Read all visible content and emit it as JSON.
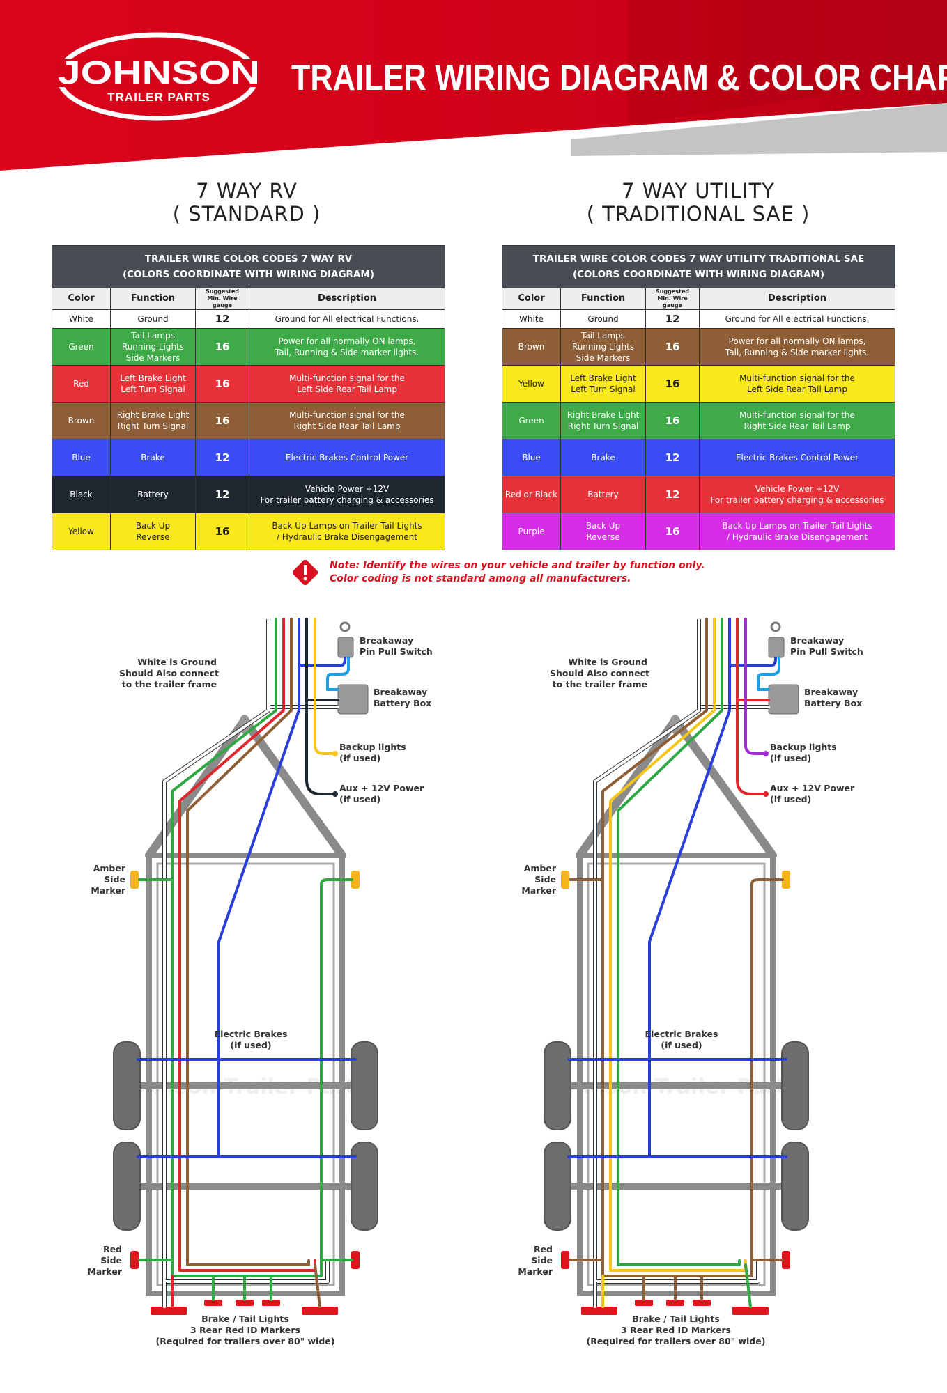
{
  "header": {
    "logo_main": "JOHNSON",
    "logo_sub": "TRAILER PARTS",
    "title": "TRAILER WIRING DIAGRAM & COLOR CHART"
  },
  "sections": [
    {
      "title_line1": "7 WAY RV",
      "title_line2": "( STANDARD )"
    },
    {
      "title_line1": "7 WAY UTILITY",
      "title_line2": "( TRADITIONAL SAE )"
    }
  ],
  "columns": {
    "color": "Color",
    "function": "Function",
    "gauge_l1": "Suggested",
    "gauge_l2": "Min. Wire gauge",
    "description": "Description"
  },
  "tables": [
    {
      "caption_l1": "TRAILER WIRE COLOR CODES  7 WAY RV",
      "caption_l2": "(COLORS COORDINATE WITH WIRING DIAGRAM)",
      "rows": [
        {
          "color": "White",
          "function": "Ground",
          "gauge": "12",
          "description": "Ground for All electrical Functions.",
          "bg": "#ffffff",
          "fg": "#222222"
        },
        {
          "color": "Green",
          "function": "Tail Lamps\nRunning Lights\nSide Markers",
          "gauge": "16",
          "description": "Power for all normally ON lamps,\nTail, Running & Side marker lights.",
          "bg": "#3eab48",
          "fg": "#ffffff"
        },
        {
          "color": "Red",
          "function": "Left Brake Light\nLeft Turn Signal",
          "gauge": "16",
          "description": "Multi-function signal for the\nLeft Side Rear Tail Lamp",
          "bg": "#e8323a",
          "fg": "#ffffff"
        },
        {
          "color": "Brown",
          "function": "Right Brake Light\nRight Turn Signal",
          "gauge": "16",
          "description": "Multi-function signal for the\nRight Side Rear Tail Lamp",
          "bg": "#8e5f36",
          "fg": "#ffffff"
        },
        {
          "color": "Blue",
          "function": "Brake",
          "gauge": "12",
          "description": "Electric Brakes Control Power",
          "bg": "#3a4df5",
          "fg": "#ffffff"
        },
        {
          "color": "Black",
          "function": "Battery",
          "gauge": "12",
          "description": "Vehicle Power +12V\nFor trailer battery charging & accessories",
          "bg": "#1e2730",
          "fg": "#ffffff"
        },
        {
          "color": "Yellow",
          "function": "Back Up\nReverse",
          "gauge": "16",
          "description": "Back Up Lamps on Trailer Tail Lights\n/ Hydraulic Brake Disengagement",
          "bg": "#f9e81b",
          "fg": "#222222"
        }
      ]
    },
    {
      "caption_l1": "TRAILER WIRE COLOR CODES  7 WAY UTILITY TRADITIONAL SAE",
      "caption_l2": "(COLORS COORDINATE WITH WIRING DIAGRAM)",
      "rows": [
        {
          "color": "White",
          "function": "Ground",
          "gauge": "12",
          "description": "Ground for All electrical Functions.",
          "bg": "#ffffff",
          "fg": "#222222"
        },
        {
          "color": "Brown",
          "function": "Tail Lamps\nRunning Lights\nSide Markers",
          "gauge": "16",
          "description": "Power for all normally ON lamps,\nTail, Running & Side marker lights.",
          "bg": "#8e5f36",
          "fg": "#ffffff"
        },
        {
          "color": "Yellow",
          "function": "Left Brake Light\nLeft Turn Signal",
          "gauge": "16",
          "description": "Multi-function signal for the\nLeft Side Rear Tail Lamp",
          "bg": "#f9e81b",
          "fg": "#222222"
        },
        {
          "color": "Green",
          "function": "Right Brake Light\nRight Turn Signal",
          "gauge": "16",
          "description": "Multi-function signal for the\nRight Side Rear Tail Lamp",
          "bg": "#3eab48",
          "fg": "#ffffff"
        },
        {
          "color": "Blue",
          "function": "Brake",
          "gauge": "12",
          "description": "Electric Brakes Control Power",
          "bg": "#3a4df5",
          "fg": "#ffffff"
        },
        {
          "color": "Red or Black",
          "function": "Battery",
          "gauge": "12",
          "description": "Vehicle Power +12V\nFor trailer battery charging & accessories",
          "bg": "#e8323a",
          "fg": "#ffffff"
        },
        {
          "color": "Purple",
          "function": "Back Up\nReverse",
          "gauge": "16",
          "description": "Back Up Lamps on Trailer Tail Lights\n/ Hydraulic Brake Disengagement",
          "bg": "#d52ee6",
          "fg": "#ffffff"
        }
      ]
    }
  ],
  "note": {
    "icon": "warning-icon",
    "line1": "Note: Identify the wires on your vehicle and trailer by function only.",
    "line2": "Color coding is not standard among all manufacturers."
  },
  "diagrams": [
    {
      "wire_colors": [
        "#ffffff",
        "#2fa742",
        "#e0262d",
        "#8e5f36",
        "#2a3fd9",
        "#1e2730",
        "#f5c518"
      ],
      "labels": {
        "pin_switch": "Breakaway\nPin Pull Switch",
        "battery_box": "Breakaway\nBattery Box",
        "ground": "White is Ground\nShould Also connect\nto the trailer frame",
        "backup": "Backup lights\n(if used)",
        "aux": "Aux + 12V Power\n(if used)",
        "amber": "Amber\nSide\nMarker",
        "brakes": "Electric Brakes\n(if used)",
        "red_marker": "Red\nSide\nMarker",
        "tail": "Brake / Tail Lights\n3 Rear Red ID Markers\n(Required for trailers over 80\" wide)"
      }
    },
    {
      "wire_colors": [
        "#ffffff",
        "#8e5f36",
        "#f5c518",
        "#2fa742",
        "#2a3fd9",
        "#e0262d",
        "#a32ad6"
      ],
      "labels": {
        "pin_switch": "Breakaway\nPin Pull Switch",
        "battery_box": "Breakaway\nBattery Box",
        "ground": "White is Ground\nShould Also connect\nto the trailer frame",
        "backup": "Backup lights\n(if used)",
        "aux": "Aux + 12V Power\n(if used)",
        "amber": "Amber\nSide\nMarker",
        "brakes": "Electric Brakes\n(if used)",
        "red_marker": "Red\nSide\nMarker",
        "tail": "Brake / Tail Lights\n3 Rear Red ID Markers\n(Required for trailers over 80\" wide)"
      }
    }
  ],
  "watermark": "Johnson Trailer Parts"
}
